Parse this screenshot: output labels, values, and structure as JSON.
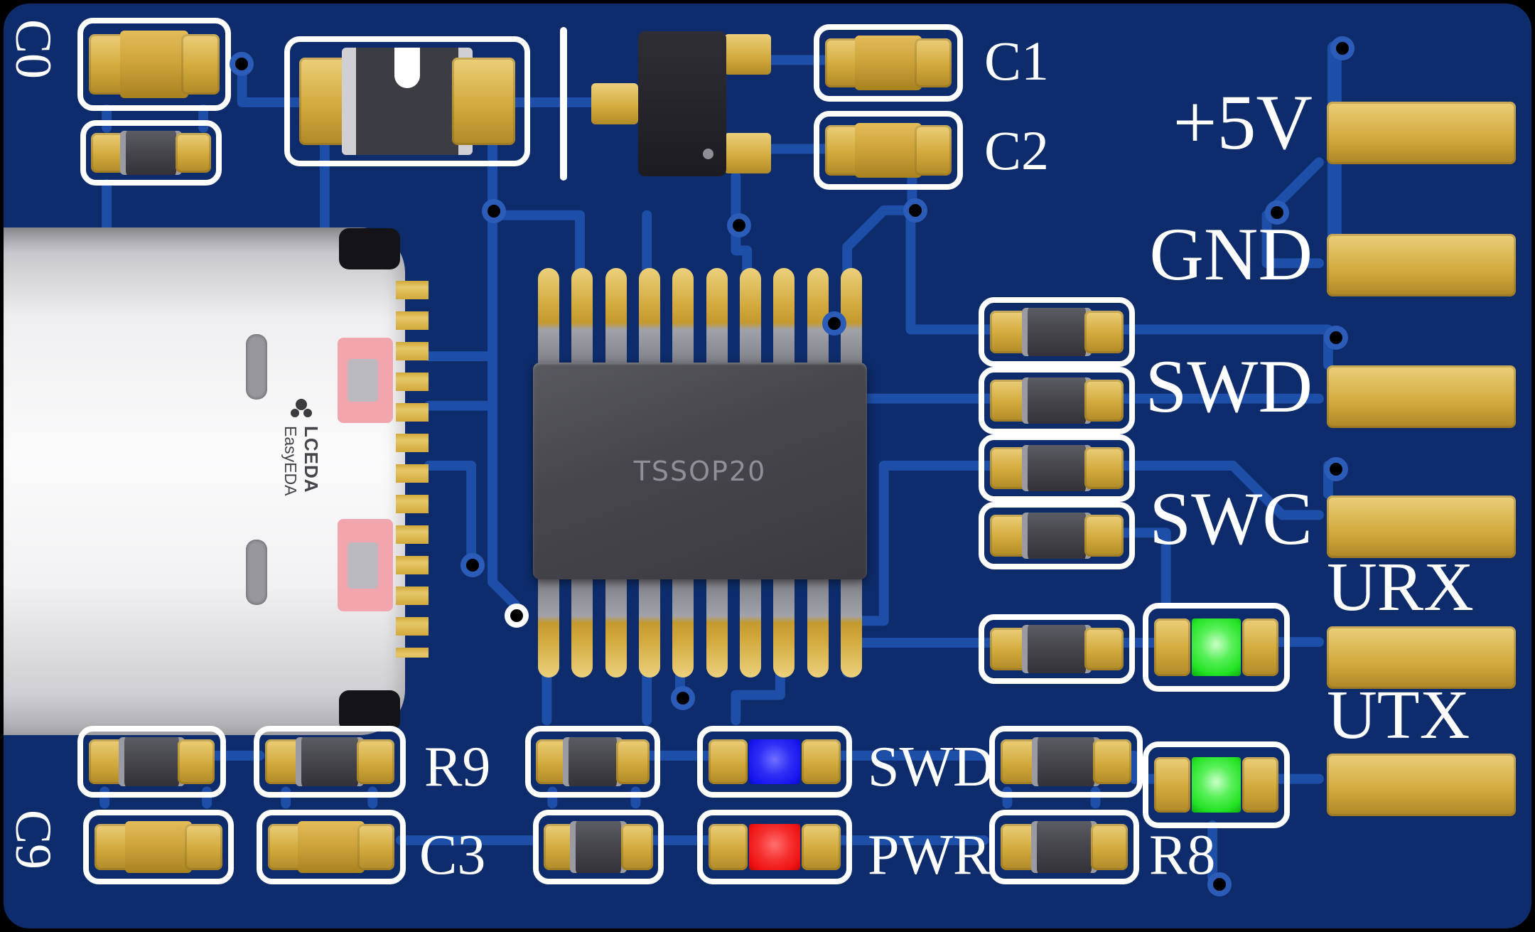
{
  "colors": {
    "board": "#0e2c6b",
    "trace": "#1e4fa8",
    "via_ring": "#2b5cb8",
    "silk": "#ffffff",
    "pad_gold": "#d2a93c",
    "pad_gold_light": "#eccf7a",
    "cap_body": "#cfa43c",
    "res_body": "#45454b",
    "chip_body": "#46464c",
    "chip_text": "#8f8f97",
    "led_green": "#24e324",
    "led_blue": "#1515ee",
    "led_red": "#ee1111"
  },
  "silk": {
    "c0": "C0",
    "c9": "C9",
    "c1": "C1",
    "c2": "C2",
    "c3": "C3",
    "r9": "R9",
    "r8": "R8",
    "swd": "SWD",
    "pwr": "PWR"
  },
  "header": {
    "v5": "+5V",
    "gnd": "GND",
    "swd": "SWD",
    "swc": "SWC",
    "urx": "URX",
    "utx": "UTX"
  },
  "chip": {
    "name": "TSSOP20"
  },
  "usb": {
    "brand_top": "LCEDA",
    "brand_bottom": "EasyEDA"
  }
}
